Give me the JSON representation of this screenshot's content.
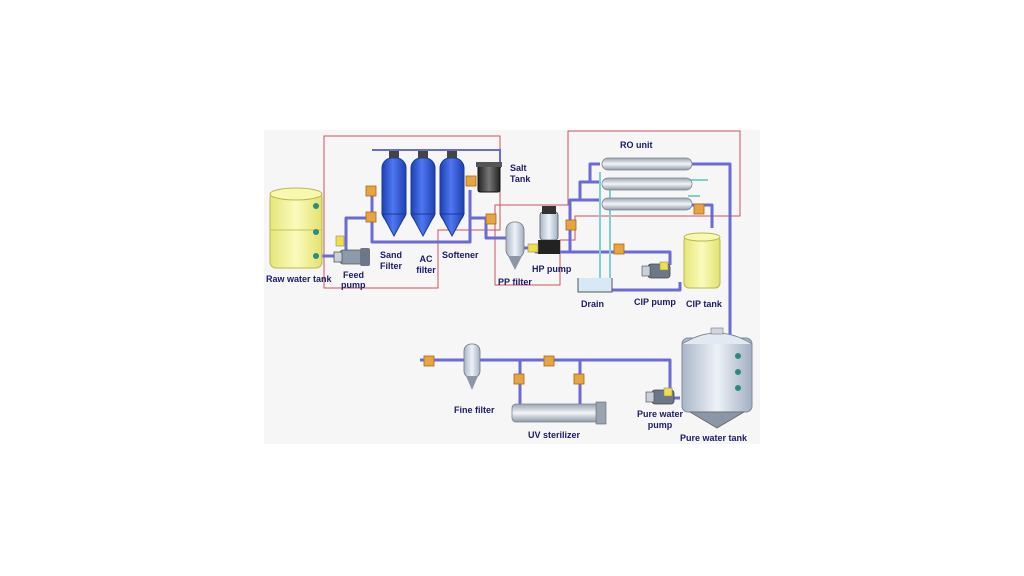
{
  "labels": {
    "raw_water_tank": "Raw water tank",
    "feed_pump": [
      "Feed",
      "pump"
    ],
    "sand_filter": [
      "Sand",
      "Filter"
    ],
    "ac_filter": [
      "AC",
      "filter"
    ],
    "softener": "Softener",
    "salt_tank": [
      "Salt",
      "Tank"
    ],
    "pp_filter": "PP filter",
    "hp_pump": "HP pump",
    "drain": "Drain",
    "ro_unit": "RO unit",
    "cip_pump": "CIP pump",
    "cip_tank": "CIP tank",
    "fine_filter": "Fine filter",
    "uv_sterilizer": "UV sterilizer",
    "pure_water_pump": [
      "Pure water",
      "pump"
    ],
    "pure_water_tank": "Pure water tank"
  },
  "colors": {
    "pipe": "#6b6bd6",
    "pipe_light": "#b9b9f0",
    "group_border": "#c9545a",
    "vessel_blue": "#2f55d8",
    "tank_yellow": "#f3f39a",
    "valve_orange": "#e8a440",
    "label": "#1a1a6a",
    "panel_bg": "#f6f6f6"
  }
}
